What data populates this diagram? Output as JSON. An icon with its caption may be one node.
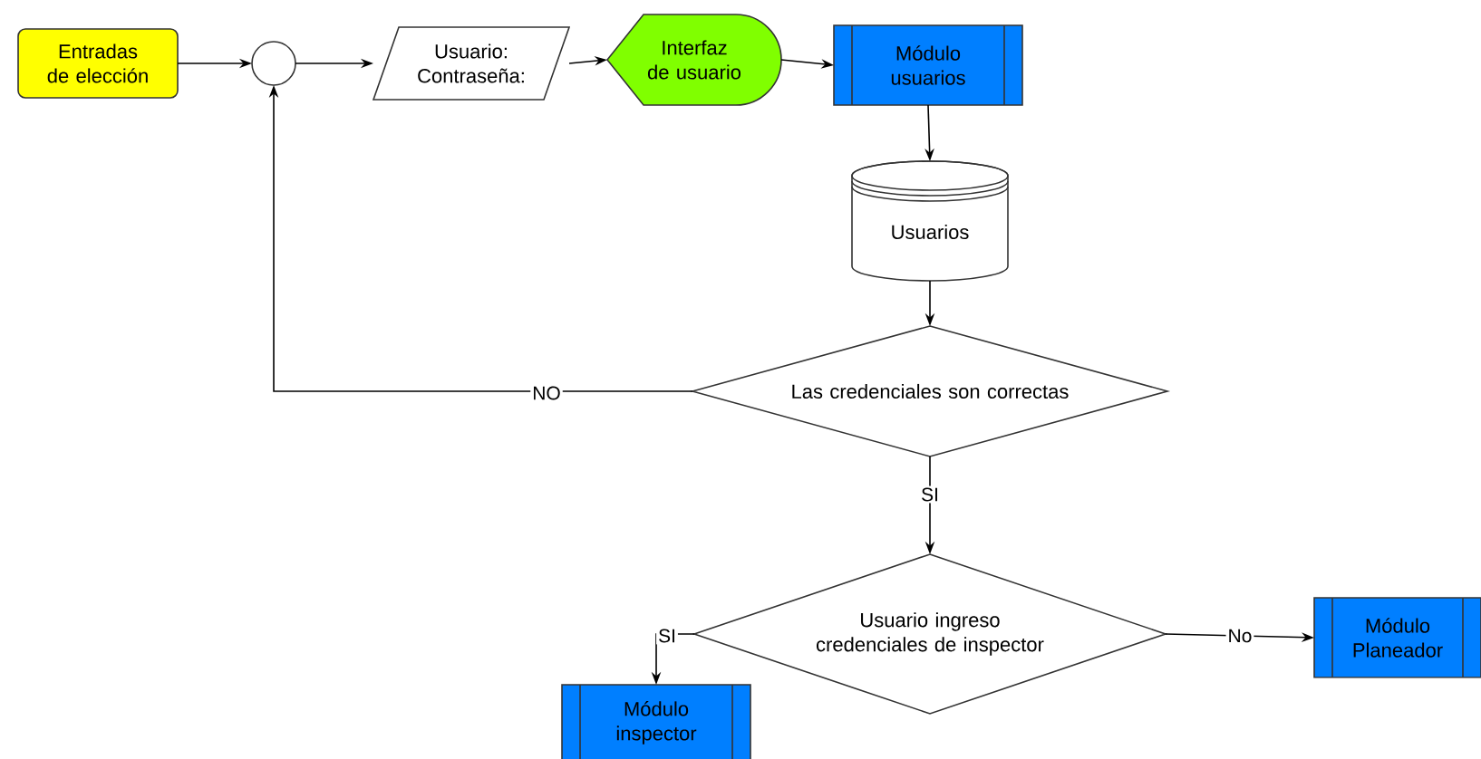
{
  "diagram": {
    "nodes": [
      {
        "text": [
          "Entradas de elección"
        ]
      },
      {
        "text": [],
        "shape": "circle"
      },
      {
        "text": [
          "Usuario: Contraseña:"
        ]
      },
      {
        "text": [
          "Interfaz de usuario"
        ]
      },
      {
        "text": [
          "Módulo usuarios"
        ]
      },
      {
        "text": [
          "Usuarios"
        ]
      },
      {
        "text": [
          "Las credenciales son correctas"
        ]
      },
      {
        "text": [
          "Usuario ingreso credenciales de inspector"
        ]
      },
      {
        "text": [
          "Módulo inspector"
        ]
      },
      {
        "text": [
          "Módulo Planeador"
        ]
      }
    ],
    "edges": [
      {
        "from": 0,
        "to": 1,
        "arrow": "to"
      },
      {
        "from": 1,
        "to": 2,
        "arrow": "to"
      },
      {
        "from": 2,
        "to": 3,
        "arrow": "to"
      },
      {
        "from": 3,
        "to": 4,
        "arrow": "to"
      },
      {
        "from": 4,
        "to": 5,
        "arrow": "to"
      },
      {
        "from": 5,
        "to": 6,
        "arrow": "to"
      },
      {
        "from": 6,
        "to": 1,
        "arrow": "to",
        "label": "NO"
      },
      {
        "from": 6,
        "to": 7,
        "arrow": "to",
        "label": "SI"
      },
      {
        "from": 7,
        "to": 8,
        "arrow": "to",
        "label": "SI"
      },
      {
        "from": 7,
        "to": 9,
        "arrow": "to",
        "label": "No"
      }
    ]
  }
}
